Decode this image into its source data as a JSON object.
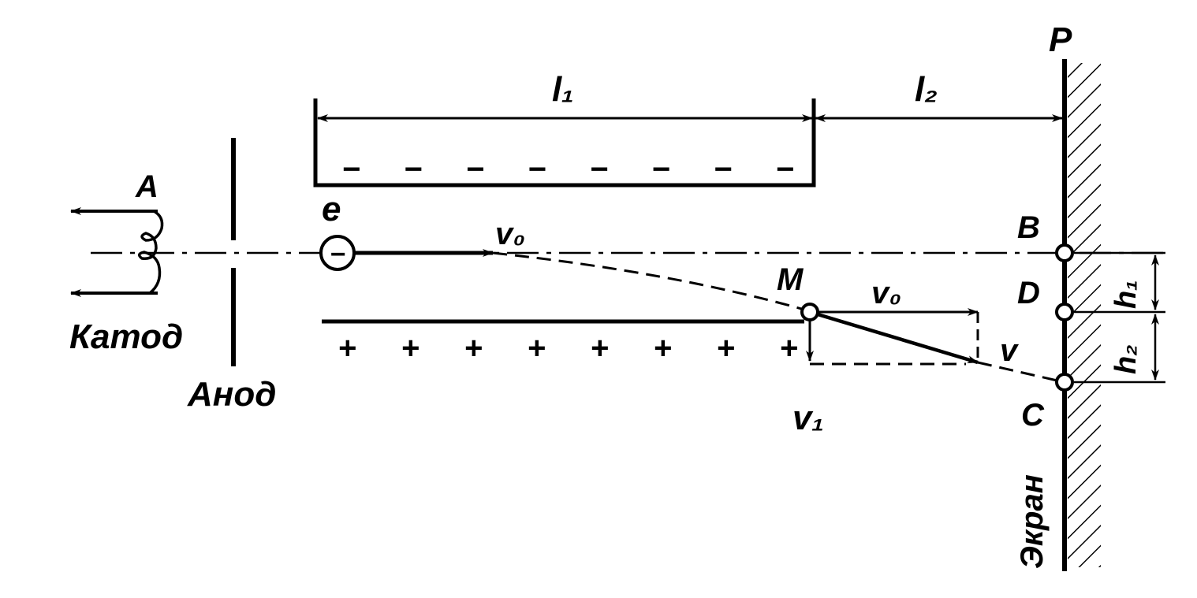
{
  "labels": {
    "cathode_point": "A",
    "cathode": "Катод",
    "anode": "Анод",
    "electron": "e",
    "initial_velocity": "v₀",
    "length_plates": "l₁",
    "length_to_screen": "l₂",
    "screen_point_p": "P",
    "point_b": "B",
    "point_d": "D",
    "point_m": "M",
    "velocity_at_m": "v₀",
    "resultant_velocity": "v",
    "h1": "h₁",
    "h2": "h₂",
    "point_c": "C",
    "vertical_velocity": "v₁",
    "screen": "Экран",
    "electron_sign": "−"
  },
  "plate_signs": {
    "upper": "−",
    "lower": "+",
    "upper_count": 8,
    "lower_count": 8
  }
}
